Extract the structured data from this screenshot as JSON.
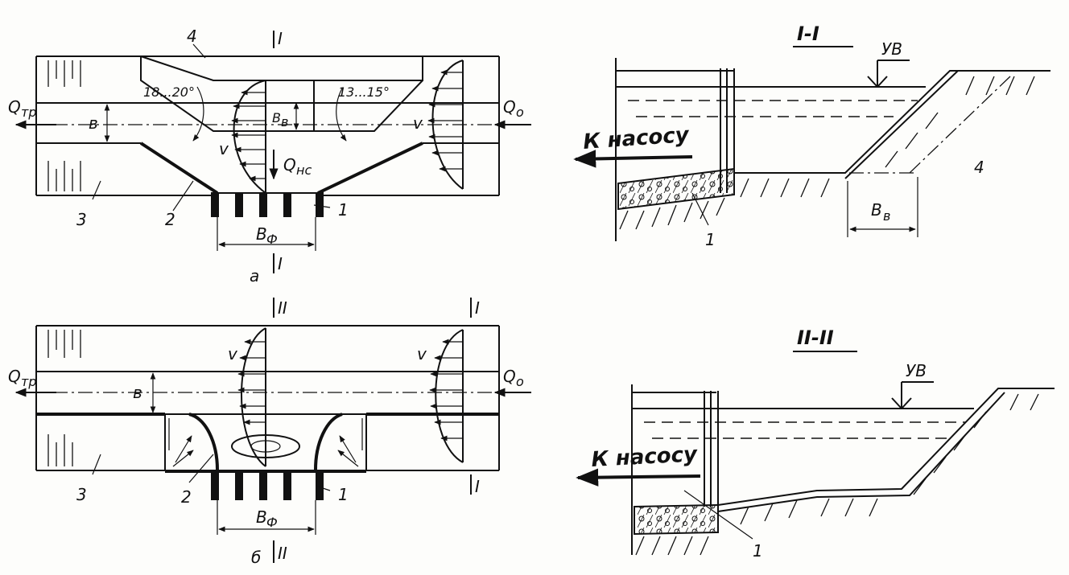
{
  "plan_a": {
    "label_section_top": "I",
    "label_section_bottom": "I",
    "angle_left": "18...20°",
    "angle_right": "13...15°",
    "q_out": "Q",
    "q_out_sub": "тр",
    "q_in": "Q",
    "q_in_sub": "o",
    "q_pump": "Q",
    "q_pump_sub": "нс",
    "velocity": "v",
    "velocity2": "v",
    "width_b": "в",
    "width_bv": "B",
    "width_bv_sub": "в",
    "width_bf": "B",
    "width_bf_sub": "Ф",
    "num_1": "1",
    "num_2": "2",
    "num_3": "3",
    "num_4": "4",
    "caption": "а"
  },
  "plan_b": {
    "label_section_top": "II",
    "label_section_bottom": "II",
    "label_section_right_top": "I",
    "label_section_right_bottom": "I",
    "q_out": "Q",
    "q_out_sub": "тр",
    "q_in": "Q",
    "q_in_sub": "o",
    "velocity": "v",
    "velocity2": "v",
    "width_b": "в",
    "width_bf": "B",
    "width_bf_sub": "Ф",
    "num_1": "1",
    "num_2": "2",
    "num_3": "3",
    "caption": "б"
  },
  "section_1": {
    "title": "I-I",
    "water_level": "УВ",
    "to_pump": "К насосу",
    "width_bv": "B",
    "width_bv_sub": "в",
    "num_1": "1",
    "num_4": "4"
  },
  "section_2": {
    "title": "II-II",
    "water_level": "УВ",
    "to_pump": "К насосу",
    "num_1": "1"
  }
}
